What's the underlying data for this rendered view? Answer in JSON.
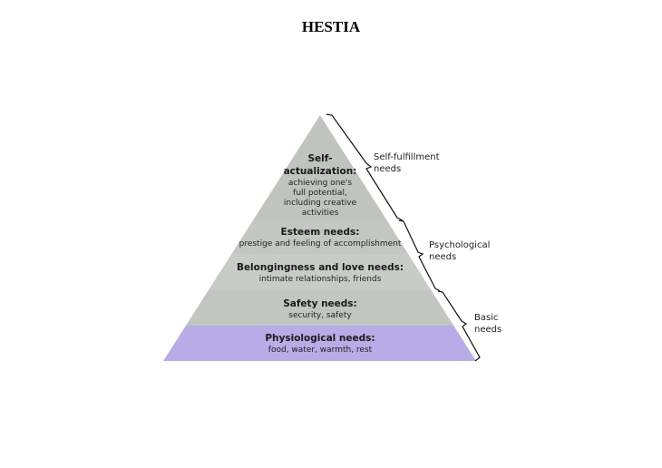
{
  "title": "HESTIA",
  "pyramid": {
    "levels": [
      {
        "heading": "Self-",
        "heading2": "actualization:",
        "lines": [
          "achieving one's",
          "full potential,",
          "including creative",
          "activities"
        ],
        "color": "#bfc4be"
      },
      {
        "heading": "Esteem needs:",
        "lines": [
          "prestige and feeling of accomplishment"
        ],
        "color": "#c3c7c2"
      },
      {
        "heading": "Belongingness and love needs:",
        "lines": [
          "intimate relationships, friends"
        ],
        "color": "#c8ccc7"
      },
      {
        "heading": "Safety needs:",
        "lines": [
          "security, safety"
        ],
        "color": "#c1c6c0"
      },
      {
        "heading": "Physiological needs:",
        "lines": [
          "food, water, warmth, rest"
        ],
        "color": "#b9abe6"
      }
    ]
  },
  "brackets": [
    {
      "line1": "Self-fulfillment",
      "line2": "needs"
    },
    {
      "line1": "Psychological",
      "line2": "needs"
    },
    {
      "line1": "Basic",
      "line2": "needs"
    }
  ]
}
